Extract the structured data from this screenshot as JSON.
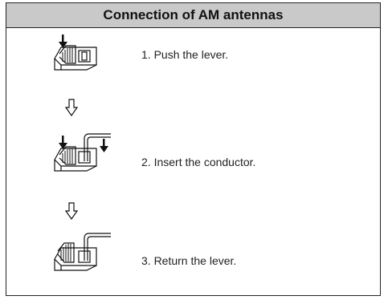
{
  "header": {
    "title": "Connection of AM antennas"
  },
  "steps": [
    {
      "label": "1. Push the lever.",
      "figure": "terminal-lever-pushed-icon"
    },
    {
      "label": "2. Insert the conductor.",
      "figure": "terminal-insert-conductor-icon"
    },
    {
      "label": "3. Return the lever.",
      "figure": "terminal-lever-returned-icon"
    }
  ],
  "connectors": [
    "down-arrow-icon",
    "down-arrow-icon"
  ]
}
